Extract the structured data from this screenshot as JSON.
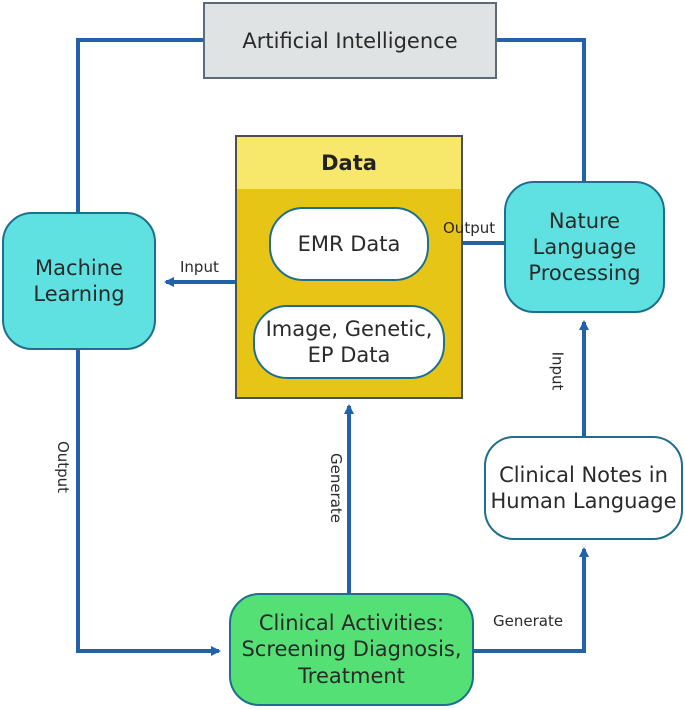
{
  "nodes": {
    "ai": "Artificial Intelligence",
    "data_title": "Data",
    "emr": "EMR Data",
    "image_line1": "Image, Genetic,",
    "image_line2": "EP Data",
    "ml_line1": "Machine",
    "ml_line2": "Learning",
    "nlp_line1": "Nature",
    "nlp_line2": "Language",
    "nlp_line3": "Processing",
    "notes_line1": "Clinical Notes in",
    "notes_line2": "Human Language",
    "clinical_line1": "Clinical Activities:",
    "clinical_line2": "Screening Diagnosis,",
    "clinical_line3": "Treatment"
  },
  "edges": {
    "ml_input": "Input",
    "nlp_output": "Output",
    "nlp_input": "Input",
    "ml_output": "Output",
    "generate_data": "Generate",
    "generate_notes": "Generate"
  },
  "colors": {
    "arrow": "#2262a8",
    "cyan": "#5fe1e1",
    "green": "#55e075",
    "yellow": "#e6c516"
  }
}
